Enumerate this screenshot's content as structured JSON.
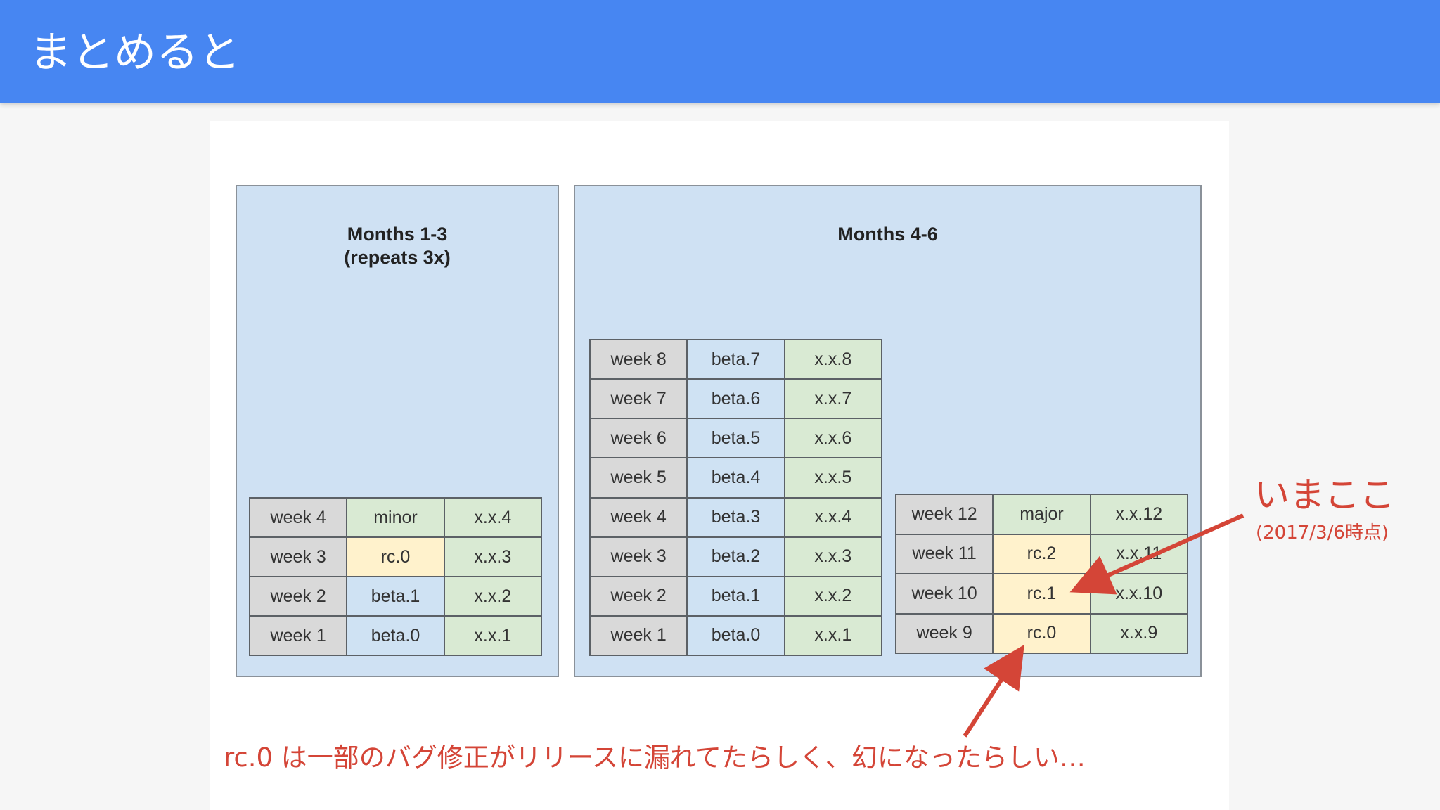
{
  "header": {
    "title": "まとめると"
  },
  "panels": {
    "left": {
      "title_line1": "Months 1-3",
      "title_line2": "(repeats 3x)"
    },
    "right": {
      "title": "Months 4-6"
    }
  },
  "tables": {
    "months_1_3": [
      {
        "week": "week 4",
        "release": "minor",
        "version": "x.x.4",
        "release_color": "green"
      },
      {
        "week": "week 3",
        "release": "rc.0",
        "version": "x.x.3",
        "release_color": "yellow"
      },
      {
        "week": "week 2",
        "release": "beta.1",
        "version": "x.x.2",
        "release_color": "blue"
      },
      {
        "week": "week 1",
        "release": "beta.0",
        "version": "x.x.1",
        "release_color": "blue"
      }
    ],
    "months_4_6_beta": [
      {
        "week": "week 8",
        "release": "beta.7",
        "version": "x.x.8",
        "release_color": "blue"
      },
      {
        "week": "week 7",
        "release": "beta.6",
        "version": "x.x.7",
        "release_color": "blue"
      },
      {
        "week": "week 6",
        "release": "beta.5",
        "version": "x.x.6",
        "release_color": "blue"
      },
      {
        "week": "week 5",
        "release": "beta.4",
        "version": "x.x.5",
        "release_color": "blue"
      },
      {
        "week": "week 4",
        "release": "beta.3",
        "version": "x.x.4",
        "release_color": "blue"
      },
      {
        "week": "week 3",
        "release": "beta.2",
        "version": "x.x.3",
        "release_color": "blue"
      },
      {
        "week": "week 2",
        "release": "beta.1",
        "version": "x.x.2",
        "release_color": "blue"
      },
      {
        "week": "week 1",
        "release": "beta.0",
        "version": "x.x.1",
        "release_color": "blue"
      }
    ],
    "months_4_6_rc": [
      {
        "week": "week 12",
        "release": "major",
        "version": "x.x.12",
        "release_color": "green"
      },
      {
        "week": "week 11",
        "release": "rc.2",
        "version": "x.x.11",
        "release_color": "yellow"
      },
      {
        "week": "week 10",
        "release": "rc.1",
        "version": "x.x.10",
        "release_color": "yellow"
      },
      {
        "week": "week 9",
        "release": "rc.0",
        "version": "x.x.9",
        "release_color": "yellow"
      }
    ]
  },
  "annotations": {
    "current_label": "いまここ",
    "current_date": "(2017/3/6時点)",
    "note": "rc.0 は一部のバグ修正がリリースに漏れてたらしく、幻になったらしい…"
  },
  "colors": {
    "header": "#4786f2",
    "panel": "#cfe1f3",
    "week_cell": "#d9d9d9",
    "beta_cell": "#cfe2f3",
    "rc_cell": "#fff2cc",
    "release_cell": "#d9ead3",
    "annotation": "#d44537"
  }
}
